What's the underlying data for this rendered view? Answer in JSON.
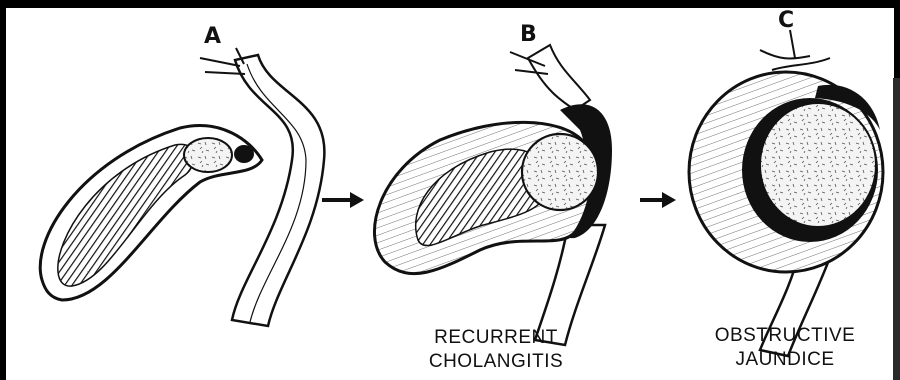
{
  "stages": [
    {
      "letter": "A",
      "caption_line1": "",
      "caption_line2": ""
    },
    {
      "letter": "B",
      "caption_line1": "RECURRENT",
      "caption_line2": "CHOLANGITIS"
    },
    {
      "letter": "C",
      "caption_line1": "OBSTRUCTIVE",
      "caption_line2": "JAUNDICE"
    }
  ],
  "arrows": [
    "progression-arrow",
    "progression-arrow"
  ],
  "colors": {
    "background": "#000000",
    "panel": "#ffffff",
    "ink": "#111111",
    "stone": "#f4f4f4"
  }
}
